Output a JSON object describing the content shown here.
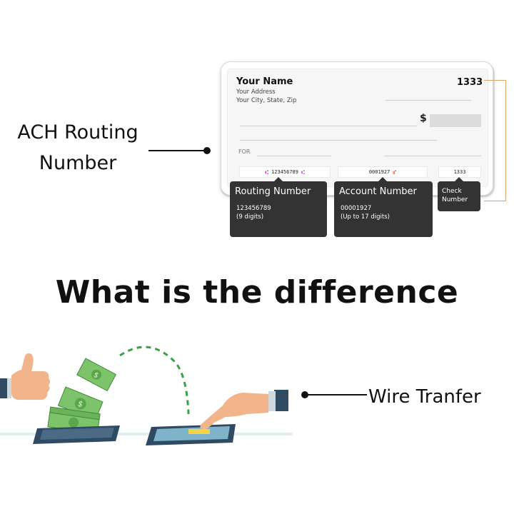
{
  "ach": {
    "label_line1": "ACH Routing",
    "label_line2": "Number"
  },
  "check": {
    "name": "Your Name",
    "address": "Your Address",
    "city": "Your City, State, Zip",
    "number": "1333",
    "dollar": "$",
    "for_label": "FOR",
    "micr": {
      "routing": "123456789",
      "account": "0001927",
      "check": "1333"
    }
  },
  "callouts": {
    "routing": {
      "title": "Routing Number",
      "detail1": "123456789",
      "detail2": "(9 digits)"
    },
    "account": {
      "title": "Account Number",
      "detail1": "00001927",
      "detail2": "(Up to 17 digits)"
    },
    "check": {
      "title1": "Check",
      "title2": "Number"
    }
  },
  "headline": "What is the difference",
  "wire": {
    "label": "Wire Tranfer"
  },
  "colors": {
    "callout_bg": "#333333",
    "bracket": "#d9a36a",
    "money_green": "#7cc36a",
    "phone_blue": "#2f4a63",
    "screen_yellow": "#f3d34a",
    "skin": "#f2b48a"
  },
  "icons": [
    "thumbs-up-icon",
    "money-bills-icon",
    "phone-icon",
    "pointing-hand-icon",
    "dashed-arc-icon"
  ]
}
